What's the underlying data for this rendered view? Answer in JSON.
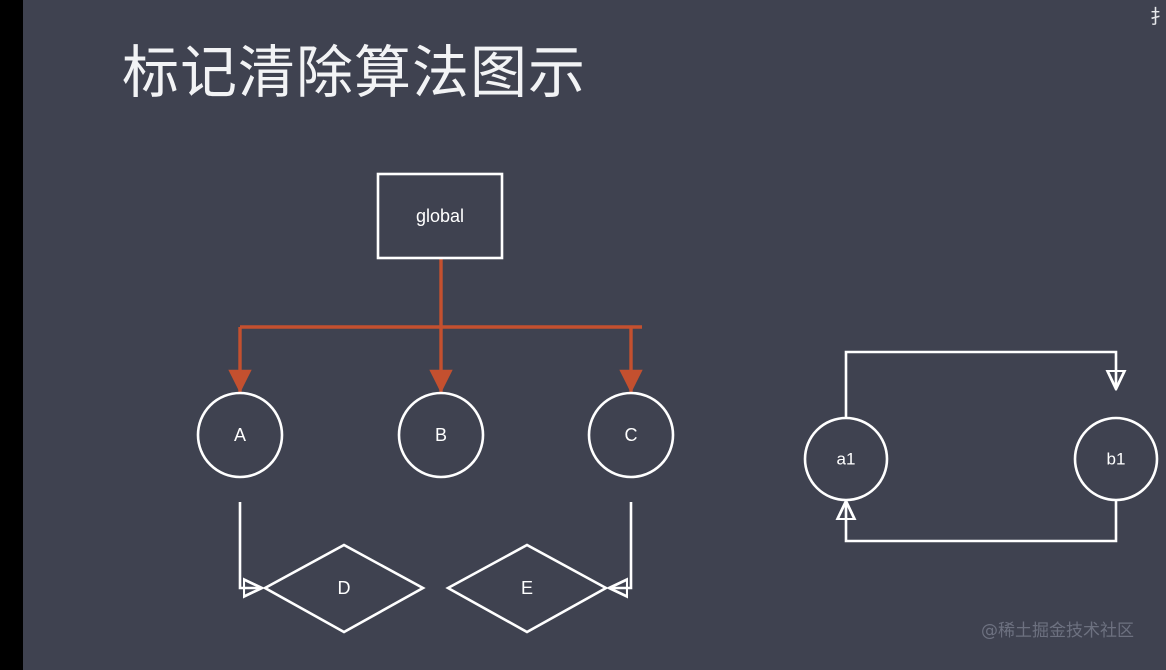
{
  "slide": {
    "title": "标记清除算法图示",
    "corner_mark": "扌",
    "watermark": "@稀土掘金技术社区",
    "background_color": "#3f4250",
    "frame_color": "#000000",
    "text_color": "#f2f3f5",
    "accent_color": "#c4502f",
    "stroke_color": "#ffffff"
  },
  "diagram_left": {
    "name": "reachable-object-graph",
    "root": {
      "label": "global",
      "shape": "rectangle"
    },
    "children": [
      {
        "label": "A",
        "shape": "circle"
      },
      {
        "label": "B",
        "shape": "circle"
      },
      {
        "label": "C",
        "shape": "circle"
      }
    ],
    "leaves": [
      {
        "label": "D",
        "shape": "diamond",
        "from": "A"
      },
      {
        "label": "E",
        "shape": "diamond",
        "from": "C"
      }
    ]
  },
  "diagram_right": {
    "name": "circular-reference-graph",
    "nodes": [
      {
        "label": "a1",
        "shape": "circle"
      },
      {
        "label": "b1",
        "shape": "circle"
      }
    ],
    "edges": [
      {
        "from": "a1",
        "to": "b1"
      },
      {
        "from": "b1",
        "to": "a1"
      }
    ]
  }
}
